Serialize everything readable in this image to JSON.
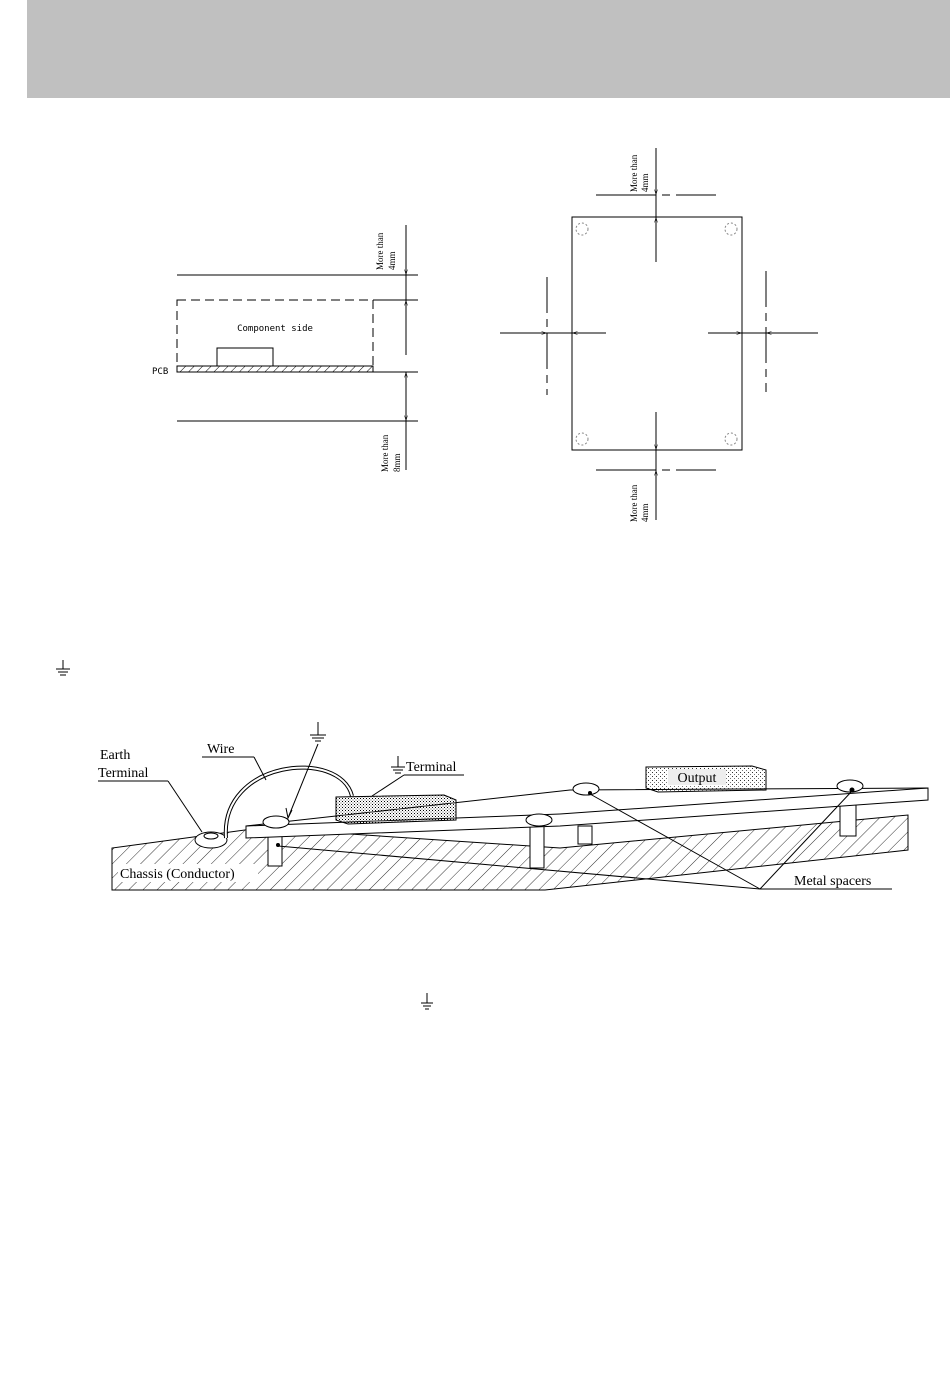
{
  "fig1": {
    "component_side": "Component side",
    "pcb": "PCB",
    "top_clearance_line1": "More than",
    "top_clearance_line2": "4mm",
    "bottom_clearance_line1": "More than",
    "bottom_clearance_line2": "8mm"
  },
  "fig2": {
    "top_line1": "More than",
    "top_line2": "4mm",
    "bottom_line1": "More than",
    "bottom_line2": "4mm"
  },
  "fig3": {
    "earth_terminal_line1": "Earth",
    "earth_terminal_line2": "Terminal",
    "wire": "Wire",
    "terminal": "Terminal",
    "output": "Output",
    "chassis": "Chassis (Conductor)",
    "metal_spacers": "Metal spacers"
  }
}
